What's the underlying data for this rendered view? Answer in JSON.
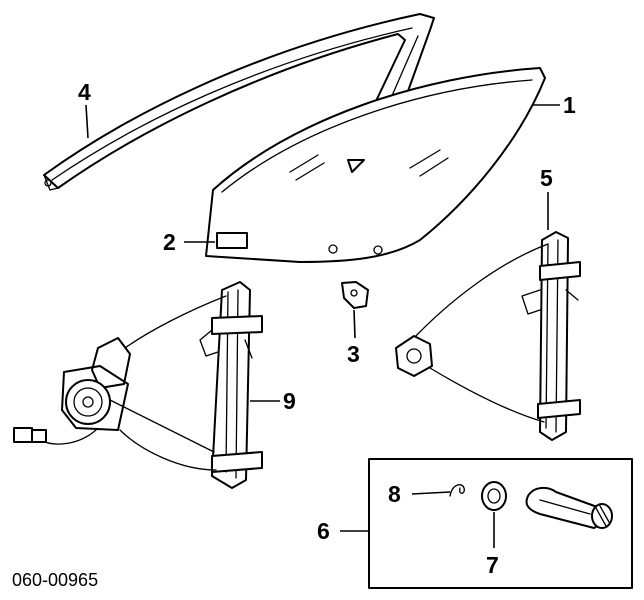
{
  "reference_number": "060-00965",
  "callouts": [
    {
      "id": "1",
      "label": "1"
    },
    {
      "id": "2",
      "label": "2"
    },
    {
      "id": "3",
      "label": "3"
    },
    {
      "id": "4",
      "label": "4"
    },
    {
      "id": "5",
      "label": "5"
    },
    {
      "id": "6",
      "label": "6"
    },
    {
      "id": "7",
      "label": "7"
    },
    {
      "id": "8",
      "label": "8"
    },
    {
      "id": "9",
      "label": "9"
    }
  ]
}
